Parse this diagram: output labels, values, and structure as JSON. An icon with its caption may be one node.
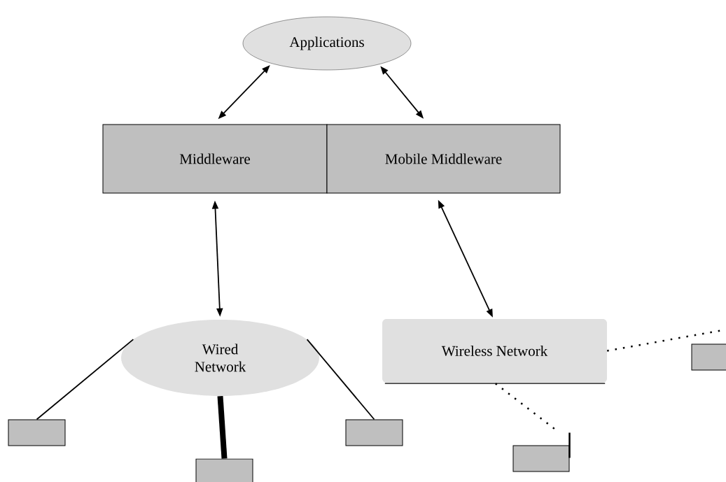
{
  "diagram": {
    "nodes": [
      {
        "text": [
          "Applications"
        ]
      },
      {
        "text": [
          "Middleware"
        ]
      },
      {
        "text": [
          "Mobile Middleware"
        ]
      },
      {
        "text": [
          "Wired Network"
        ]
      },
      {
        "text": [
          "Wireless Network"
        ]
      },
      {
        "text": [],
        "shape": "box"
      },
      {
        "text": [],
        "shape": "box"
      },
      {
        "text": [],
        "shape": "box"
      },
      {
        "text": [],
        "shape": "box"
      },
      {
        "text": [],
        "shape": "box"
      }
    ],
    "edges": [
      {
        "from": 0,
        "to": 1,
        "arrow": "both"
      },
      {
        "from": 0,
        "to": 2,
        "arrow": "both"
      },
      {
        "from": 1,
        "to": 3,
        "arrow": "both"
      },
      {
        "from": 2,
        "to": 4,
        "arrow": "both"
      },
      {
        "from": 3,
        "to": 5,
        "arrow": "none"
      },
      {
        "from": 3,
        "to": 6,
        "arrow": "none",
        "style": "thick"
      },
      {
        "from": 3,
        "to": 7,
        "arrow": "none"
      },
      {
        "from": 4,
        "to": 8,
        "arrow": "none",
        "style": "dashed"
      },
      {
        "from": 4,
        "to": 9,
        "arrow": "none",
        "style": "dashed"
      }
    ]
  }
}
